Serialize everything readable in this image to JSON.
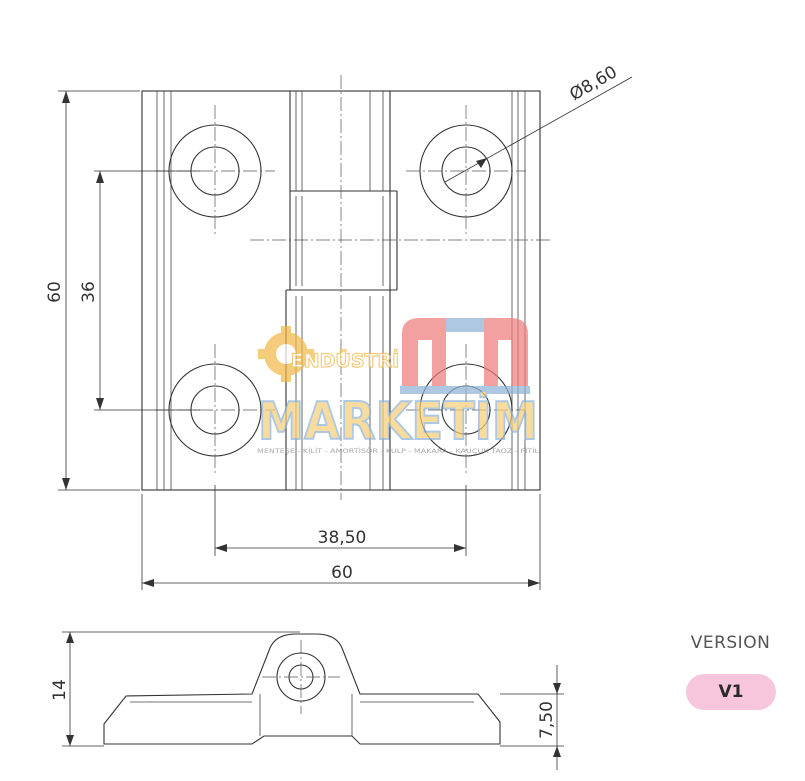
{
  "dimensions": {
    "total_height": "60",
    "hole_spacing_vertical": "36",
    "hole_diameter": "Ø8,60",
    "hole_spacing_horizontal": "38,50",
    "total_width": "60",
    "thickness": "14",
    "leaf_height": "7,50"
  },
  "watermark": {
    "top_word": "ENDÜSTRİ",
    "main_word": "MARKETİM",
    "tagline": "MENTEŞE - KİLİT - AMORTİSÖR - KULP - MAKARA - KAUÇUK TAOZ - FİTİL"
  },
  "version": {
    "label": "VERSION",
    "value": "V1",
    "badge_color": "#f7c6dc"
  },
  "colors": {
    "watermark_orange": "#f1b94a",
    "watermark_blue": "#8fb3d6",
    "watermark_red": "#ee7c7c"
  }
}
